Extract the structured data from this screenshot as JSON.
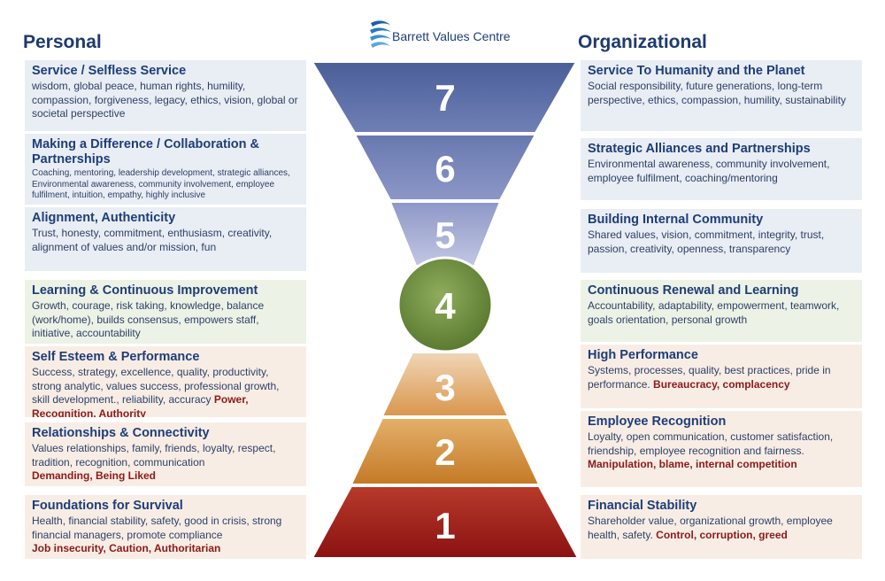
{
  "headings": {
    "personal": "Personal",
    "organizational": "Organizational"
  },
  "logo": {
    "text": "Barrett Values Centre"
  },
  "levels": [
    "7",
    "6",
    "5",
    "4",
    "3",
    "2",
    "1"
  ],
  "colors": {
    "level7": "#5a6fa6",
    "level6": "#7383b8",
    "level5": "#9aa3cf",
    "level4": "#6e8f3e",
    "level3": "#d89a55",
    "level2": "#cc8333",
    "level1": "#9a1c1c",
    "title": "#1e3d78",
    "negative": "#8b1a1a"
  },
  "personal": [
    {
      "title": "Service / Selfless Service",
      "text": "wisdom, global peace, human rights, humility, compassion, forgiveness, legacy, ethics, vision, global or societal perspective",
      "neg": ""
    },
    {
      "title": "Making a Difference / Collaboration & Partnerships",
      "text": "Coaching, mentoring, leadership development, strategic alliances, Environmental awareness, community involvement, employee fulfilment, intuition, empathy, highly inclusive",
      "neg": ""
    },
    {
      "title": "Alignment, Authenticity",
      "text": "Trust, honesty, commitment, enthusiasm, creativity,\n alignment of values and/or mission, fun",
      "neg": ""
    },
    {
      "title": "Learning & Continuous Improvement",
      "text": "Growth, courage, risk taking, knowledge, balance (work/home), builds consensus, empowers staff, initiative, accountability",
      "neg": ""
    },
    {
      "title": "Self Esteem & Performance",
      "text": "Success, strategy, excellence, quality, productivity, strong analytic, values success, professional growth, skill development., reliability, accuracy",
      "neg": "Power, Recognition, Authority"
    },
    {
      "title": "Relationships & Connectivity",
      "text": "Values relationships, family, friends, loyalty, respect, tradition, recognition, communication",
      "neg": "Demanding, Being Liked"
    },
    {
      "title": "Foundations for Survival",
      "text": "Health, financial stability, safety, good in crisis, strong financial managers, promote compliance",
      "neg": "Job insecurity, Caution, Authoritarian"
    }
  ],
  "organizational": [
    {
      "title": "Service To Humanity and the Planet",
      "text": "Social responsibility, future generations, long-term perspective, ethics, compassion, humility, sustainability",
      "neg": ""
    },
    {
      "title": "Strategic Alliances and Partnerships",
      "text": "Environmental awareness, community involvement, employee fulfilment, coaching/mentoring",
      "neg": ""
    },
    {
      "title": "Building Internal Community",
      "text": "Shared values, vision, commitment, integrity, trust, passion, creativity, openness, transparency",
      "neg": ""
    },
    {
      "title": "Continuous Renewal and Learning",
      "text": "Accountability, adaptability, empowerment, teamwork, goals orientation, personal growth",
      "neg": ""
    },
    {
      "title": "High Performance",
      "text": "Systems, processes, quality, best practices, pride in performance.",
      "neg": "Bureaucracy, complacency"
    },
    {
      "title": "Employee Recognition",
      "text": "Loyalty, open communication, customer satisfaction, friendship, employee recognition and fairness.",
      "neg": "Manipulation, blame, internal competition"
    },
    {
      "title": "Financial Stability",
      "text": "Shareholder value, organizational growth, employee health, safety.",
      "neg": "Control, corruption, greed"
    }
  ]
}
